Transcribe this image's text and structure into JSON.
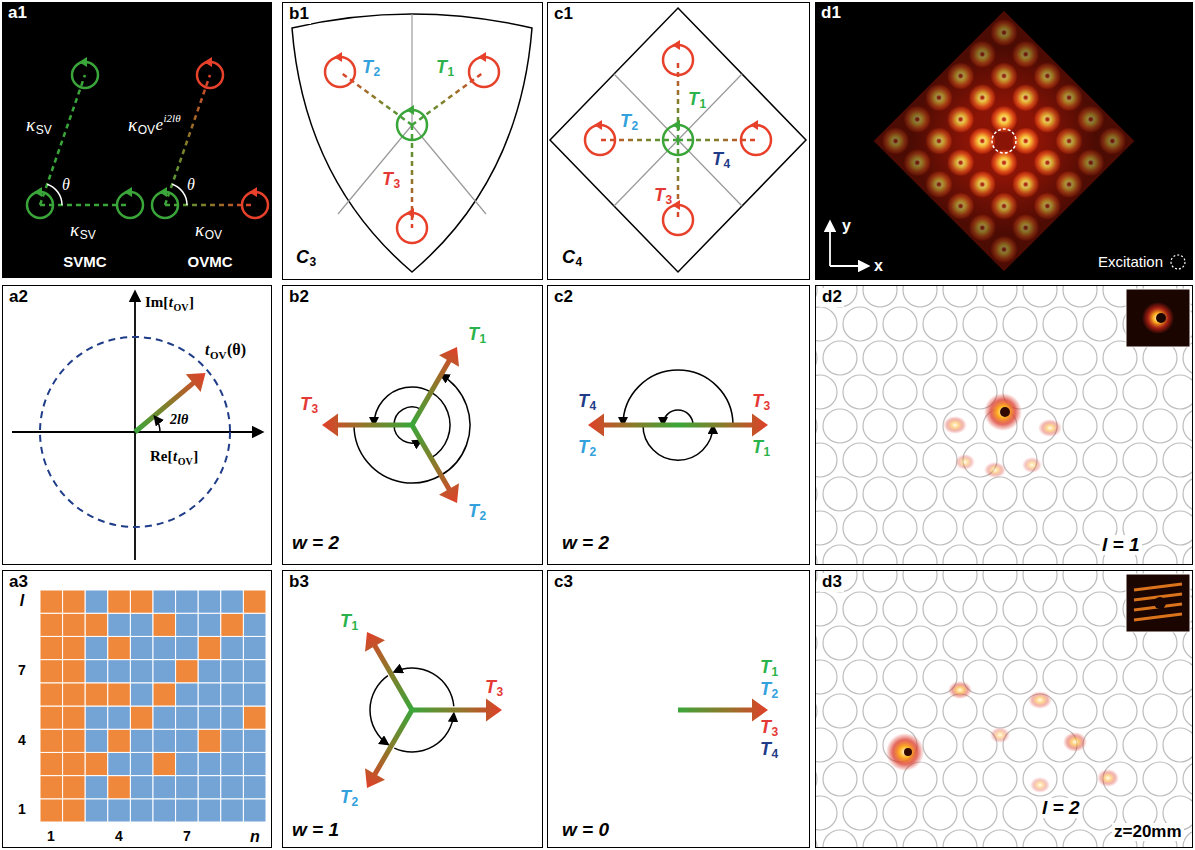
{
  "diagram": {
    "nodes": [
      {
        "text": [
          "a1"
        ]
      },
      {
        "text": [
          "b1"
        ]
      },
      {
        "text": [
          "c1"
        ]
      },
      {
        "text": [
          "d1"
        ]
      },
      {
        "text": [
          "a2"
        ]
      },
      {
        "text": [
          "b2"
        ]
      },
      {
        "text": [
          "c2"
        ]
      },
      {
        "text": [
          "d2"
        ]
      },
      {
        "text": [
          "a3"
        ]
      },
      {
        "text": [
          "b3"
        ]
      },
      {
        "text": [
          "c3"
        ]
      },
      {
        "text": [
          "d3"
        ]
      }
    ],
    "labels": [
      "κ",
      "SV",
      "θ",
      "κ",
      "SV",
      "SVMC",
      "κ",
      "OV",
      "e",
      "i2lθ",
      "θ",
      "κ",
      "OV",
      "OVMC",
      "Im[",
      "t",
      "OV",
      "]",
      "t",
      "OV",
      "(θ)",
      "2lθ",
      "Re[",
      "t",
      "OV",
      "]",
      "l",
      "7",
      "4",
      "1",
      "1",
      "4",
      "7",
      "n",
      "T",
      "1",
      "T",
      "2",
      "T",
      "3",
      "C",
      "3",
      "T",
      "1",
      "T",
      "2",
      "T",
      "3",
      "w = 2",
      "T",
      "1",
      "T",
      "2",
      "T",
      "3",
      "w = 1",
      "T",
      "1",
      "T",
      "2",
      "T",
      "3",
      "T",
      "4",
      "C",
      "4",
      "T",
      "1",
      "T",
      "2",
      "T",
      "3",
      "T",
      "4",
      "w = 2",
      "T",
      "1",
      "T",
      "2",
      "T",
      "3",
      "T",
      "4",
      "w = 0",
      "y",
      "x",
      "Excitation",
      "l = 1",
      "l = 2",
      "z=20mm"
    ]
  }
}
